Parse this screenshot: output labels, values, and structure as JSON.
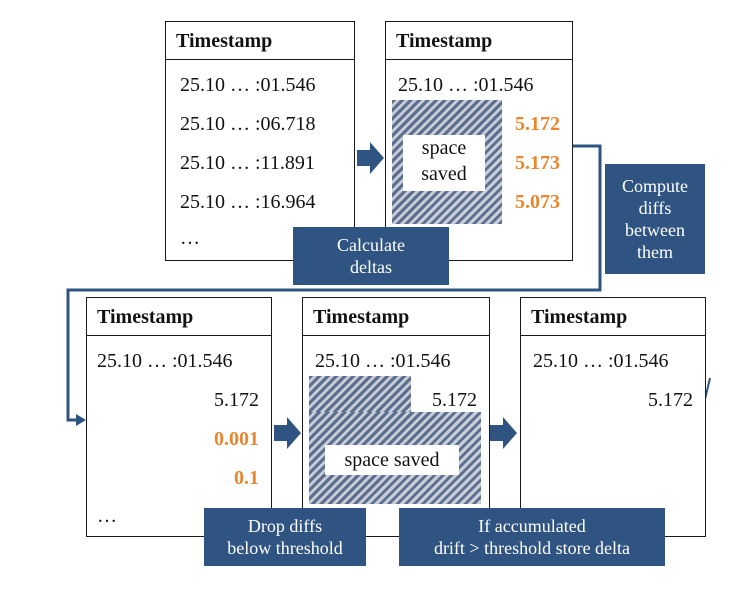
{
  "colors": {
    "label_bg": "#2f5482",
    "arrow": "#2f5482",
    "highlight": "#e8872e",
    "hatch_dark": "#5d6f8e",
    "hatch_light": "#c7ceda"
  },
  "icons": [
    "right-arrow-icon",
    "connector-arrow-icon"
  ],
  "boxes": [
    {
      "title": "Timestamp",
      "rows": [
        "25.10 … :01.546",
        "25.10 … :06.718",
        "25.10 … :11.891",
        "25.10 … :16.964",
        "…"
      ]
    },
    {
      "title": "Timestamp",
      "rows": [
        "25.10 … :01.546",
        "5.172",
        "5.173",
        "5.073"
      ],
      "saved_label": "space\nsaved"
    },
    {
      "title": "Timestamp",
      "rows": [
        "25.10 … :01.546",
        "5.172",
        "0.001",
        "0.1",
        "…"
      ]
    },
    {
      "title": "Timestamp",
      "rows": [
        "25.10 … :01.546",
        "5.172"
      ],
      "saved_label": "space saved"
    },
    {
      "title": "Timestamp",
      "rows": [
        "25.10 … :01.546",
        "5.172"
      ]
    }
  ],
  "labels": {
    "calculate_deltas": "Calculate\ndeltas",
    "compute_diffs": "Compute\ndiffs\nbetween\nthem",
    "drop_diffs": "Drop diffs\nbelow threshold",
    "accumulated": "If accumulated\ndrift > threshold store delta"
  }
}
